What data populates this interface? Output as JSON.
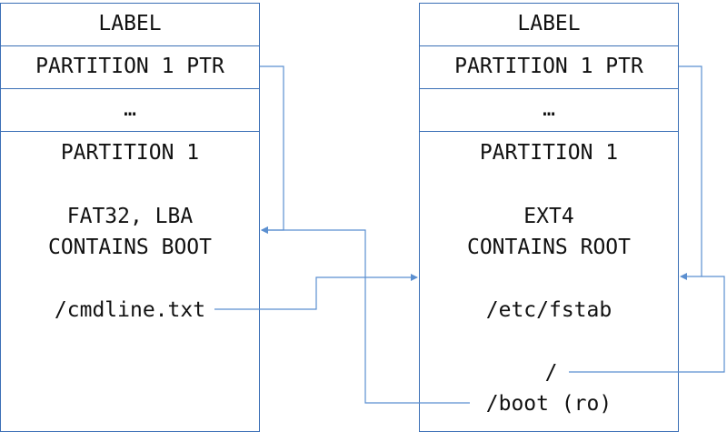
{
  "left_block": {
    "label": "LABEL",
    "partition_ptr": "PARTITION 1 PTR",
    "ellipsis": "…",
    "partition_title": "PARTITION 1",
    "fs_type": "FAT32, LBA",
    "contains": "CONTAINS BOOT",
    "file": "/cmdline.txt"
  },
  "right_block": {
    "label": "LABEL",
    "partition_ptr": "PARTITION 1 PTR",
    "ellipsis": "…",
    "partition_title": "PARTITION 1",
    "fs_type": "EXT4",
    "contains": "CONTAINS ROOT",
    "file": "/etc/fstab",
    "mount_root": "/",
    "mount_boot": "/boot (ro)"
  },
  "colors": {
    "border": "#3b6fb6",
    "connector": "#5b8fd0"
  }
}
